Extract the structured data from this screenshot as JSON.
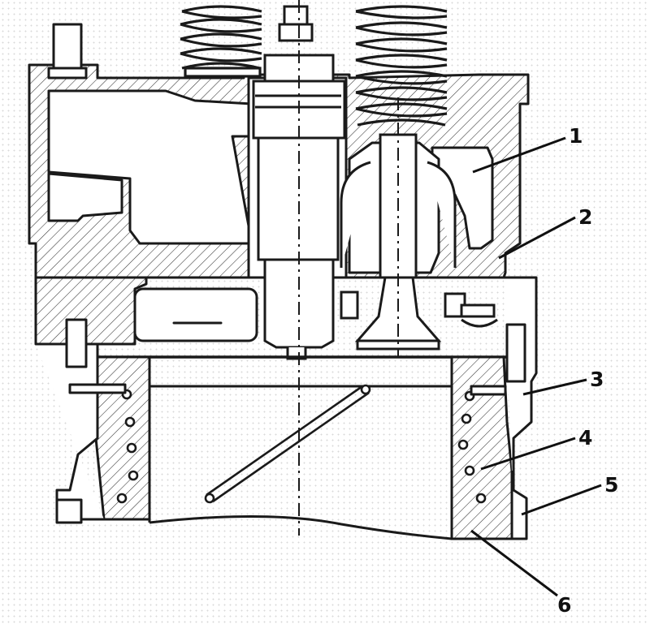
{
  "diagram": {
    "type": "engine cylinder head and liner cross-section",
    "callouts": [
      {
        "label": "1"
      },
      {
        "label": "2"
      },
      {
        "label": "3"
      },
      {
        "label": "4"
      },
      {
        "label": "5"
      },
      {
        "label": "6"
      }
    ],
    "colors": {
      "line": "#1a1a1a",
      "hatch": "#333333",
      "paper": "#ffffff"
    }
  }
}
